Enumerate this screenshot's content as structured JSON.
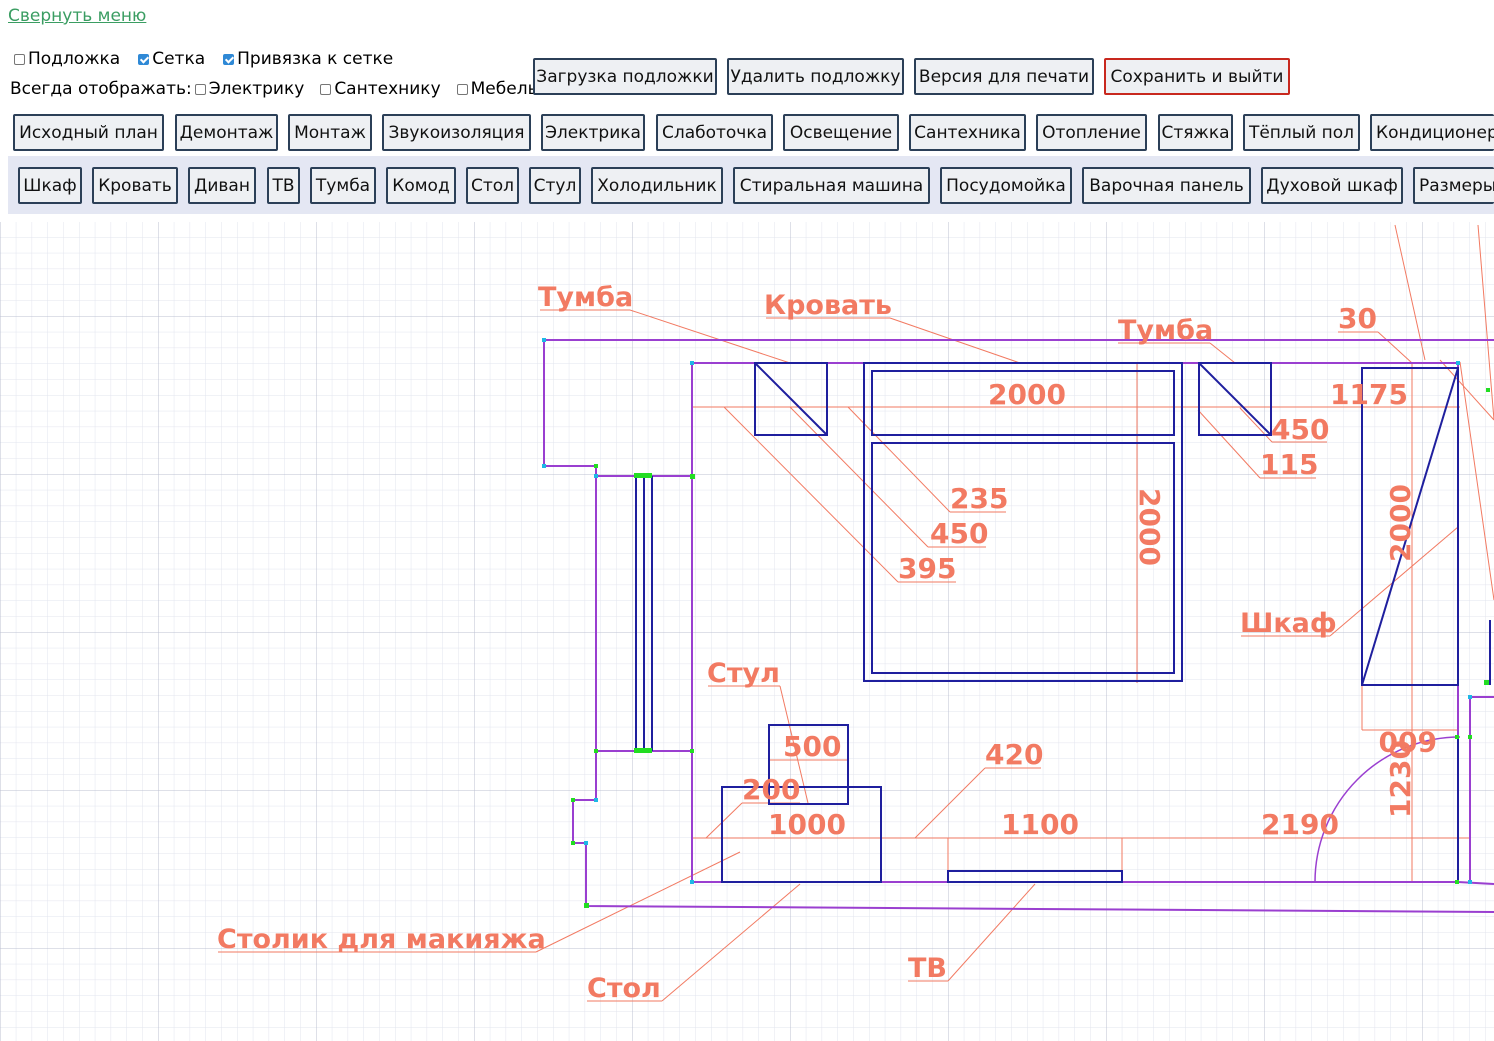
{
  "menu": {
    "collapse_label": "Свернуть меню"
  },
  "options": {
    "row1": [
      {
        "label": "Подложка",
        "checked": false
      },
      {
        "label": "Сетка",
        "checked": true
      },
      {
        "label": "Привязка к сетке",
        "checked": true
      }
    ],
    "always_show_label": "Всегда отображать:",
    "row2": [
      {
        "label": "Электрику",
        "checked": false
      },
      {
        "label": "Сантехнику",
        "checked": false
      },
      {
        "label": "Мебель",
        "checked": false
      }
    ]
  },
  "actions": {
    "load_underlay": "Загрузка подложки",
    "delete_underlay": "Удалить подложку",
    "print_version": "Версия для печати",
    "save_exit": "Сохранить и выйти"
  },
  "stage_tabs": [
    "Исходный план",
    "Демонтаж",
    "Монтаж",
    "Звукоизоляция",
    "Электрика",
    "Слаботочка",
    "Освещение",
    "Сантехника",
    "Отопление",
    "Стяжка",
    "Тёплый пол",
    "Кондиционер"
  ],
  "furniture_tools": [
    "Шкаф",
    "Кровать",
    "Диван",
    "ТВ",
    "Тумба",
    "Комод",
    "Стол",
    "Стул",
    "Холодильник",
    "Стиральная машина",
    "Посудомойка",
    "Варочная панель",
    "Духовой шкаф",
    "Размеры"
  ],
  "plan": {
    "labels": {
      "tumba_left": "Тумба",
      "bed": "Кровать",
      "tumba_right": "Тумба",
      "wardrobe": "Шкаф",
      "chair": "Стул",
      "makeup_table": "Столик для макияжа",
      "table": "Стол",
      "tv": "ТВ"
    },
    "dimensions": {
      "d30": "30",
      "d1175": "1175",
      "d2000_bed_w": "2000",
      "d2000_bed_l": "2000",
      "d2000_wardrobe": "2000",
      "d450_a": "450",
      "d450_b": "450",
      "d115": "115",
      "d235": "235",
      "d395": "395",
      "d500": "500",
      "d200": "200",
      "d1000": "1000",
      "d420": "420",
      "d1100": "1100",
      "d2190": "2190",
      "d600": "600",
      "d1230": "1230"
    }
  },
  "colors": {
    "wall": "#9a3fd0",
    "furniture": "#1f1f9e",
    "dimension": "#f27a62",
    "grid_minor": "#e2e4ee",
    "grid_major": "#bcc0d2",
    "link": "#3a9d62"
  }
}
